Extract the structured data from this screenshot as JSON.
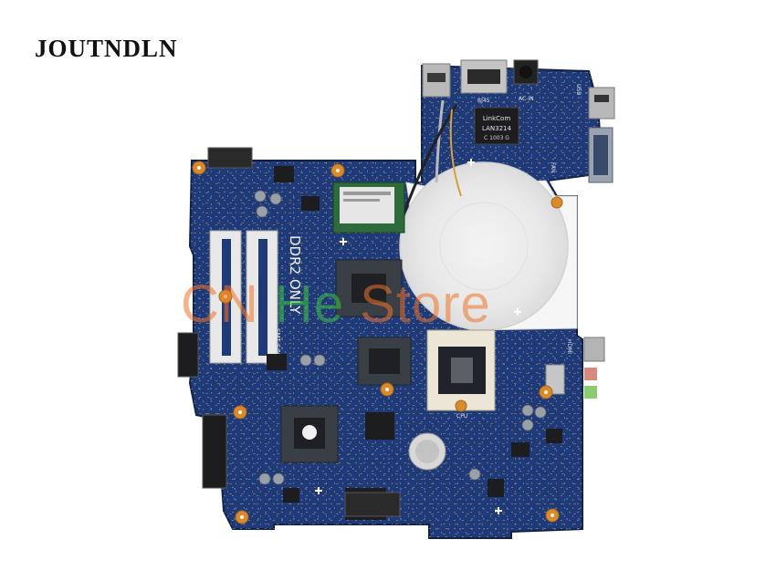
{
  "brand": {
    "text": "JOUTNDLN"
  },
  "watermark": {
    "part1": "CN",
    "part2": "He",
    "part3": "Store"
  },
  "board": {
    "silk_ddr2": "DDR2 ONLY",
    "silk_serial": "SMT S/N",
    "silk_rj45": "RJ45",
    "silk_acin": "AC-IN",
    "silk_usb": "USB",
    "silk_fan": "FAN",
    "silk_hdmi": "HDMI",
    "silk_cpu": "CPU",
    "lan_chip_brand": "LinkCom",
    "lan_chip_model": "LAN3214",
    "lan_chip_code": "C 1003 G"
  },
  "colors": {
    "pcb": "#1f3a78",
    "pcb_dark": "#162c5e",
    "chip": "#1e1f22",
    "copper": "#d98a2b",
    "slot": "#e6e6e6"
  }
}
